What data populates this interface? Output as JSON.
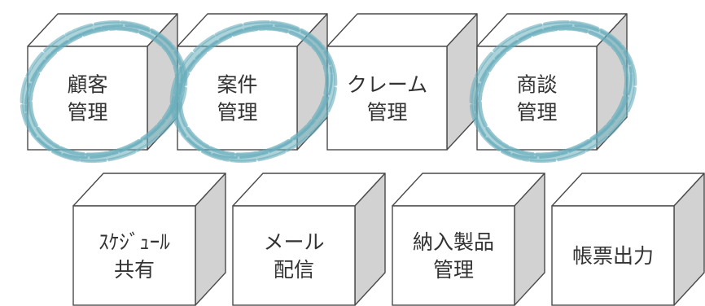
{
  "colors": {
    "face": "#ffffff",
    "side": "#d2d2d2",
    "edge": "#4a4a4a",
    "text": "#333333",
    "circle": "#6aaebc"
  },
  "rows": [
    {
      "cubes": [
        {
          "lines": [
            "顧客",
            "管理"
          ],
          "highlighted": true
        },
        {
          "lines": [
            "案件",
            "管理"
          ],
          "highlighted": true
        },
        {
          "lines": [
            "クレーム",
            "管理"
          ],
          "highlighted": false
        },
        {
          "lines": [
            "商談",
            "管理"
          ],
          "highlighted": true
        }
      ]
    },
    {
      "cubes": [
        {
          "lines": [
            "ｽｹｼﾞｭｰﾙ",
            "共有"
          ],
          "highlighted": false
        },
        {
          "lines": [
            "メール",
            "配信"
          ],
          "highlighted": false
        },
        {
          "lines": [
            "納入製品",
            "管理"
          ],
          "highlighted": false
        },
        {
          "lines": [
            "帳票出力"
          ],
          "highlighted": false
        }
      ]
    }
  ]
}
